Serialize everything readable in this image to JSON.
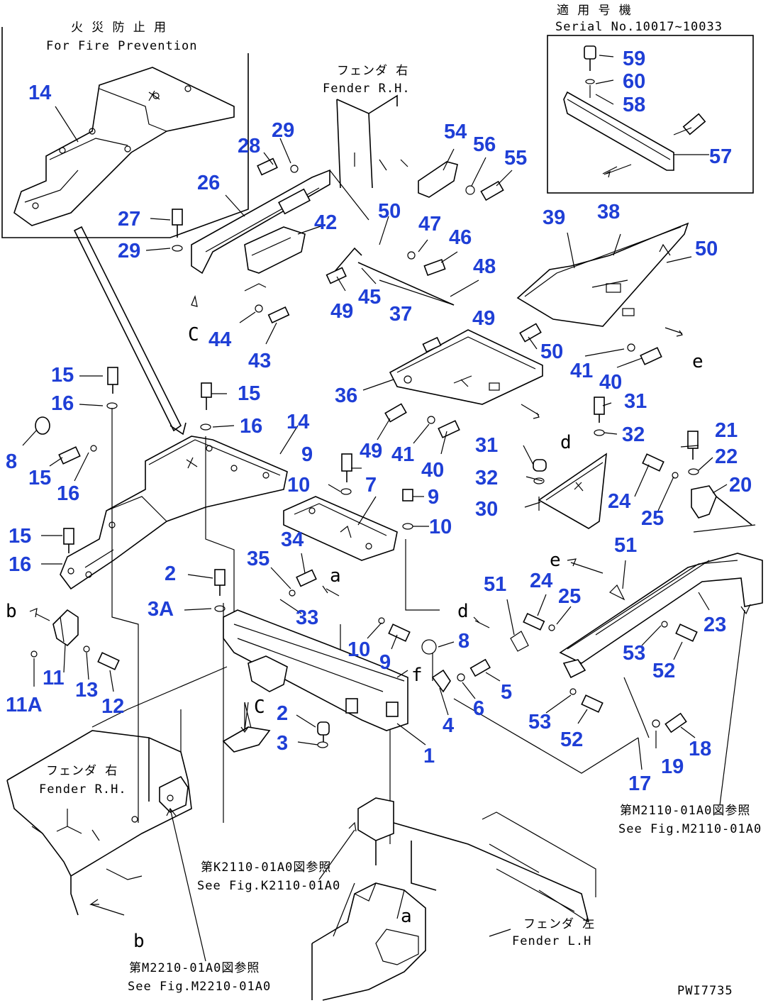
{
  "callouts": [
    {
      "id": "14a",
      "text": "14"
    },
    {
      "id": "28",
      "text": "28"
    },
    {
      "id": "29a",
      "text": "29"
    },
    {
      "id": "26",
      "text": "26"
    },
    {
      "id": "27",
      "text": "27"
    },
    {
      "id": "29b",
      "text": "29"
    },
    {
      "id": "42",
      "text": "42"
    },
    {
      "id": "50a",
      "text": "50"
    },
    {
      "id": "54",
      "text": "54"
    },
    {
      "id": "56",
      "text": "56"
    },
    {
      "id": "55",
      "text": "55"
    },
    {
      "id": "47",
      "text": "47"
    },
    {
      "id": "46",
      "text": "46"
    },
    {
      "id": "48",
      "text": "48"
    },
    {
      "id": "49a",
      "text": "49"
    },
    {
      "id": "45",
      "text": "45"
    },
    {
      "id": "37",
      "text": "37"
    },
    {
      "id": "49b",
      "text": "49"
    },
    {
      "id": "39",
      "text": "39"
    },
    {
      "id": "38",
      "text": "38"
    },
    {
      "id": "50b",
      "text": "50"
    },
    {
      "id": "50c",
      "text": "50"
    },
    {
      "id": "41a",
      "text": "41"
    },
    {
      "id": "40a",
      "text": "40"
    },
    {
      "id": "44",
      "text": "44"
    },
    {
      "id": "43",
      "text": "43"
    },
    {
      "id": "36",
      "text": "36"
    },
    {
      "id": "15a",
      "text": "15"
    },
    {
      "id": "16a",
      "text": "16"
    },
    {
      "id": "15b",
      "text": "15"
    },
    {
      "id": "16b",
      "text": "16"
    },
    {
      "id": "14b",
      "text": "14"
    },
    {
      "id": "8a",
      "text": "8"
    },
    {
      "id": "15c",
      "text": "15"
    },
    {
      "id": "16c",
      "text": "16"
    },
    {
      "id": "49c",
      "text": "49"
    },
    {
      "id": "41b",
      "text": "41"
    },
    {
      "id": "40b",
      "text": "40"
    },
    {
      "id": "31a",
      "text": "31"
    },
    {
      "id": "32a",
      "text": "32"
    },
    {
      "id": "31b",
      "text": "31"
    },
    {
      "id": "32b",
      "text": "32"
    },
    {
      "id": "30",
      "text": "30"
    },
    {
      "id": "21",
      "text": "21"
    },
    {
      "id": "22",
      "text": "22"
    },
    {
      "id": "20",
      "text": "20"
    },
    {
      "id": "9a",
      "text": "9"
    },
    {
      "id": "10a",
      "text": "10"
    },
    {
      "id": "7",
      "text": "7"
    },
    {
      "id": "9b",
      "text": "9"
    },
    {
      "id": "10b",
      "text": "10"
    },
    {
      "id": "24a",
      "text": "24"
    },
    {
      "id": "25a",
      "text": "25"
    },
    {
      "id": "15d",
      "text": "15"
    },
    {
      "id": "16d",
      "text": "16"
    },
    {
      "id": "35",
      "text": "35"
    },
    {
      "id": "34",
      "text": "34"
    },
    {
      "id": "2a",
      "text": "2"
    },
    {
      "id": "3A",
      "text": "3A"
    },
    {
      "id": "33",
      "text": "33"
    },
    {
      "id": "51a",
      "text": "51"
    },
    {
      "id": "51b",
      "text": "51"
    },
    {
      "id": "24b",
      "text": "24"
    },
    {
      "id": "25b",
      "text": "25"
    },
    {
      "id": "10c",
      "text": "10"
    },
    {
      "id": "9c",
      "text": "9"
    },
    {
      "id": "8b",
      "text": "8"
    },
    {
      "id": "23",
      "text": "23"
    },
    {
      "id": "53a",
      "text": "53"
    },
    {
      "id": "52a",
      "text": "52"
    },
    {
      "id": "11",
      "text": "11"
    },
    {
      "id": "13",
      "text": "13"
    },
    {
      "id": "11A",
      "text": "11A"
    },
    {
      "id": "12",
      "text": "12"
    },
    {
      "id": "5",
      "text": "5"
    },
    {
      "id": "6",
      "text": "6"
    },
    {
      "id": "2b",
      "text": "2"
    },
    {
      "id": "3",
      "text": "3"
    },
    {
      "id": "4",
      "text": "4"
    },
    {
      "id": "1",
      "text": "1"
    },
    {
      "id": "53b",
      "text": "53"
    },
    {
      "id": "52b",
      "text": "52"
    },
    {
      "id": "18",
      "text": "18"
    },
    {
      "id": "19",
      "text": "19"
    },
    {
      "id": "17",
      "text": "17"
    },
    {
      "id": "59",
      "text": "59"
    },
    {
      "id": "60",
      "text": "60"
    },
    {
      "id": "58",
      "text": "58"
    },
    {
      "id": "57",
      "text": "57"
    }
  ],
  "ref_letters": [
    {
      "id": "c1",
      "text": "C"
    },
    {
      "id": "e1",
      "text": "e"
    },
    {
      "id": "d1",
      "text": "d"
    },
    {
      "id": "b1",
      "text": "b"
    },
    {
      "id": "a1",
      "text": "a"
    },
    {
      "id": "f1",
      "text": "f"
    },
    {
      "id": "d2",
      "text": "d"
    },
    {
      "id": "e2",
      "text": "e"
    },
    {
      "id": "c2",
      "text": "C"
    },
    {
      "id": "b2",
      "text": "b"
    },
    {
      "id": "a2",
      "text": "a"
    }
  ],
  "notes": {
    "fire_jp": "火 災 防 止 用",
    "fire_en": "For Fire Prevention",
    "fender_rh_top_jp": "フェンダ 右",
    "fender_rh_top_en": "Fender R.H.",
    "serial_jp": "適 用 号 機",
    "serial_en": "Serial  No.10017~10033",
    "fender_rh_bottom_jp": "フェンダ 右",
    "fender_rh_bottom_en": "Fender R.H.",
    "fender_lh_jp": "フェンダ 左",
    "fender_lh_en": "Fender L.H",
    "see_m2110_jp": "第M2110-01A0図参照",
    "see_m2110_en": "See Fig.M2110-01A0",
    "see_k2110_jp": "第K2110-01A0図参照",
    "see_k2110_en": "See Fig.K2110-01A0",
    "see_m2210_jp": "第M2210-01A0図参照",
    "see_m2210_en": "See Fig.M2210-01A0",
    "drawing_no": "PWI7735"
  }
}
